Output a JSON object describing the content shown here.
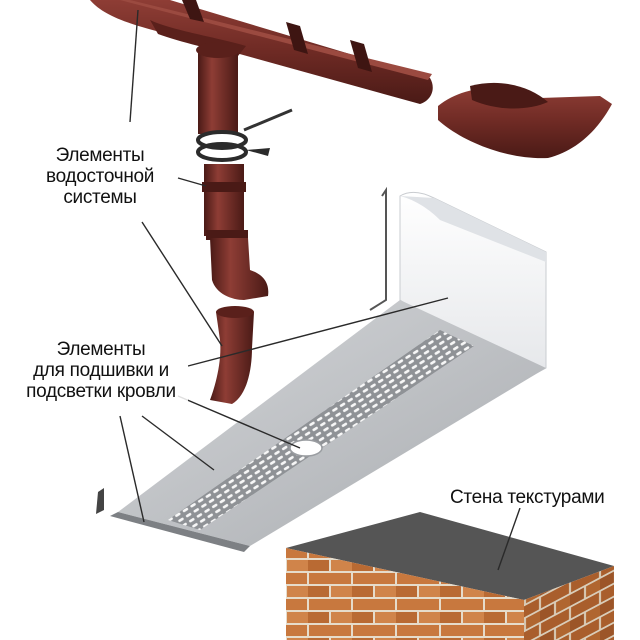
{
  "labels": {
    "gutter": [
      "Элементы",
      "водосточной",
      "системы"
    ],
    "soffit": [
      "Элементы",
      "для подшивки и",
      "подсветки кровли"
    ],
    "wall": "Стена текстурами"
  },
  "colors": {
    "gutter_brown": "#6e2a24",
    "gutter_dark": "#4a1a16",
    "gutter_light": "#8e3d35",
    "soffit_grey": "#b8babd",
    "soffit_face": "#f0f1f3",
    "wall_top": "#555555",
    "brick": "#c8783e",
    "mortar": "#e6dccb"
  }
}
